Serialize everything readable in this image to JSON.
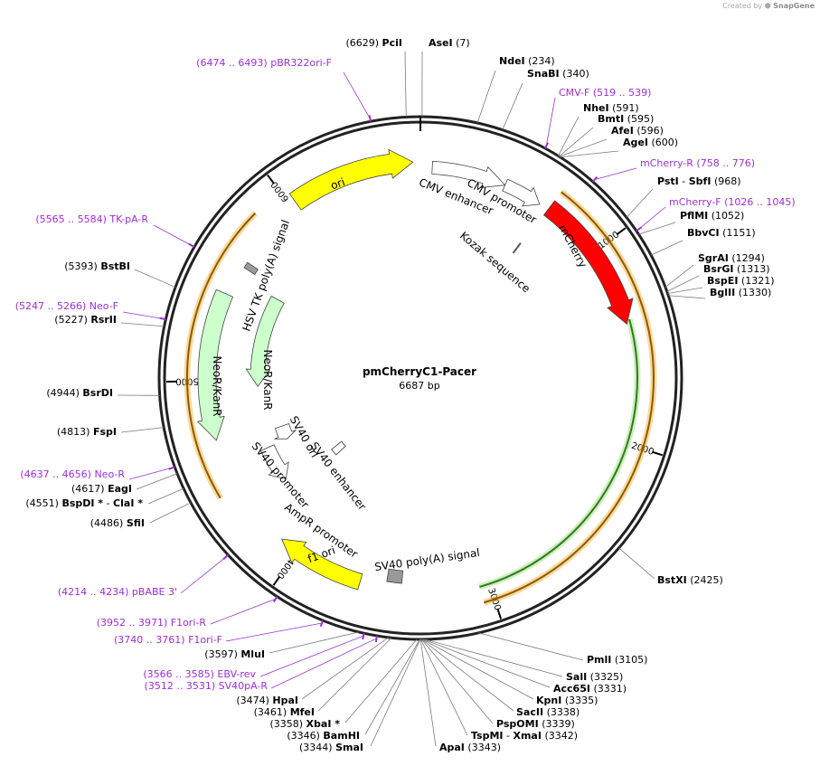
{
  "credit": {
    "prefix": "Created by",
    "brand": "SnapGene"
  },
  "plasmid": {
    "name": "pmCherryC1-Pacer",
    "length_label": "6687 bp",
    "length": 6687
  },
  "ticks": [
    {
      "pos": 1000,
      "label": "1000"
    },
    {
      "pos": 2000,
      "label": "2000"
    },
    {
      "pos": 3000,
      "label": "3000"
    },
    {
      "pos": 4000,
      "label": "4000"
    },
    {
      "pos": 5000,
      "label": "5000"
    },
    {
      "pos": 6000,
      "label": "6000"
    }
  ],
  "enzymes": [
    {
      "name": "PciI",
      "pos": "(6629)",
      "bp": 6629
    },
    {
      "name": "AseI",
      "pos": "(7)",
      "bp": 7
    },
    {
      "name": "NdeI",
      "pos": "(234)",
      "bp": 234
    },
    {
      "name": "SnaBI",
      "pos": "(340)",
      "bp": 340
    },
    {
      "name": "NheI",
      "pos": "(591)",
      "bp": 591
    },
    {
      "name": "BmtI",
      "pos": "(595)",
      "bp": 595
    },
    {
      "name": "AfeI",
      "pos": "(596)",
      "bp": 596
    },
    {
      "name": "AgeI",
      "pos": "(600)",
      "bp": 600
    },
    {
      "name": "PstI",
      "name2": "SbfI",
      "pos": "(968)",
      "bp": 968
    },
    {
      "name": "PflMI",
      "pos": "(1052)",
      "bp": 1052
    },
    {
      "name": "BbvCI",
      "pos": "(1151)",
      "bp": 1151
    },
    {
      "name": "SgrAI",
      "pos": "(1294)",
      "bp": 1294
    },
    {
      "name": "BsrGI",
      "pos": "(1313)",
      "bp": 1313
    },
    {
      "name": "BspEI",
      "pos": "(1321)",
      "bp": 1321
    },
    {
      "name": "BglII",
      "pos": "(1330)",
      "bp": 1330
    },
    {
      "name": "BstXI",
      "pos": "(2425)",
      "bp": 2425
    },
    {
      "name": "PmlI",
      "pos": "(3105)",
      "bp": 3105
    },
    {
      "name": "SalI",
      "pos": "(3325)",
      "bp": 3325
    },
    {
      "name": "Acc65I",
      "pos": "(3331)",
      "bp": 3331
    },
    {
      "name": "KpnI",
      "pos": "(3335)",
      "bp": 3335
    },
    {
      "name": "SacII",
      "pos": "(3338)",
      "bp": 3338
    },
    {
      "name": "PspOMI",
      "pos": "(3339)",
      "bp": 3339
    },
    {
      "name": "TspMI",
      "name2": "XmaI",
      "pos": "(3342)",
      "bp": 3342
    },
    {
      "name": "ApaI",
      "pos": "(3343)",
      "bp": 3343
    },
    {
      "name": "SmaI",
      "pos": "(3344)",
      "bp": 3344
    },
    {
      "name": "BamHI",
      "pos": "(3346)",
      "bp": 3346
    },
    {
      "name": "XbaI *",
      "pos": "(3358)",
      "bp": 3358
    },
    {
      "name": "MfeI",
      "pos": "(3461)",
      "bp": 3461
    },
    {
      "name": "HpaI",
      "pos": "(3474)",
      "bp": 3474
    },
    {
      "name": "MluI",
      "pos": "(3597)",
      "bp": 3597
    },
    {
      "name": "SfiI",
      "pos": "(4486)",
      "bp": 4486
    },
    {
      "name": "BspDI *",
      "name2": "ClaI *",
      "pos": "(4551)",
      "bp": 4551
    },
    {
      "name": "EagI",
      "pos": "(4617)",
      "bp": 4617
    },
    {
      "name": "FspI",
      "pos": "(4813)",
      "bp": 4813
    },
    {
      "name": "BsrDI",
      "pos": "(4944)",
      "bp": 4944
    },
    {
      "name": "RsrII",
      "pos": "(5227)",
      "bp": 5227
    },
    {
      "name": "BstBI",
      "pos": "(5393)",
      "bp": 5393
    }
  ],
  "primers": [
    {
      "range": "(6474 .. 6493)",
      "name": "pBR322ori-F",
      "bp": 6483
    },
    {
      "range": "(519 .. 539)",
      "name": "CMV-F",
      "bp": 529
    },
    {
      "range": "(758 .. 776)",
      "name": "mCherry-R",
      "bp": 767
    },
    {
      "range": "(1026 .. 1045)",
      "name": "mCherry-F",
      "bp": 1035
    },
    {
      "range": "(5565 .. 5584)",
      "name": "TK-pA-R",
      "bp": 5574
    },
    {
      "range": "(5247 .. 5266)",
      "name": "Neo-F",
      "bp": 5256
    },
    {
      "range": "(4637 .. 4656)",
      "name": "Neo-R",
      "bp": 4646
    },
    {
      "range": "(4214 .. 4234)",
      "name": "pBABE 3'",
      "bp": 4224
    },
    {
      "range": "(3952 .. 3971)",
      "name": "F1ori-R",
      "bp": 3961
    },
    {
      "range": "(3740 .. 3761)",
      "name": "F1ori-F",
      "bp": 3750
    },
    {
      "range": "(3566 .. 3585)",
      "name": "EBV-rev",
      "bp": 3575
    },
    {
      "range": "(3512 .. 3531)",
      "name": "SV40pA-R",
      "bp": 3521
    }
  ],
  "features": [
    {
      "name": "ori",
      "color": "#ffff00",
      "start": 6030,
      "end": 6650,
      "dir": 1
    },
    {
      "name": "CMV enhancer",
      "color": "#ffffff",
      "start": 60,
      "end": 440,
      "dir": 1
    },
    {
      "name": "CMV promoter",
      "color": "#ffffff",
      "start": 440,
      "end": 640,
      "dir": 1
    },
    {
      "name": "mCherry",
      "color": "#ff0000",
      "start": 690,
      "end": 1400,
      "dir": 1
    },
    {
      "name": "Kozak sequence",
      "color": "#999999",
      "start": 680,
      "end": 690,
      "dir": 0
    },
    {
      "name": "NeoR/KanR",
      "color": "#ccffcc",
      "start": 4700,
      "end": 5450,
      "dir": -1
    },
    {
      "name": "SV40 ori",
      "color": "#ffff00",
      "start": 4230,
      "end": 4330,
      "dir": 0
    },
    {
      "name": "SV40 enhancer",
      "color": "#ffffff",
      "start": 4230,
      "end": 4330,
      "dir": 0
    },
    {
      "name": "SV40 promoter",
      "color": "#ffffff",
      "start": 4330,
      "end": 4560,
      "dir": -1
    },
    {
      "name": "AmpR promoter",
      "color": "#ffffff",
      "start": 4560,
      "end": 4660,
      "dir": -1
    },
    {
      "name": "f1 ori",
      "color": "#ffff00",
      "start": 3650,
      "end": 4100,
      "dir": 1
    },
    {
      "name": "SV40 poly(A) signal",
      "color": "#999999",
      "start": 3440,
      "end": 3560,
      "dir": 0
    },
    {
      "name": "HSV TK poly(A) signal",
      "color": "#999999",
      "start": 5610,
      "end": 5660,
      "dir": 0
    }
  ]
}
